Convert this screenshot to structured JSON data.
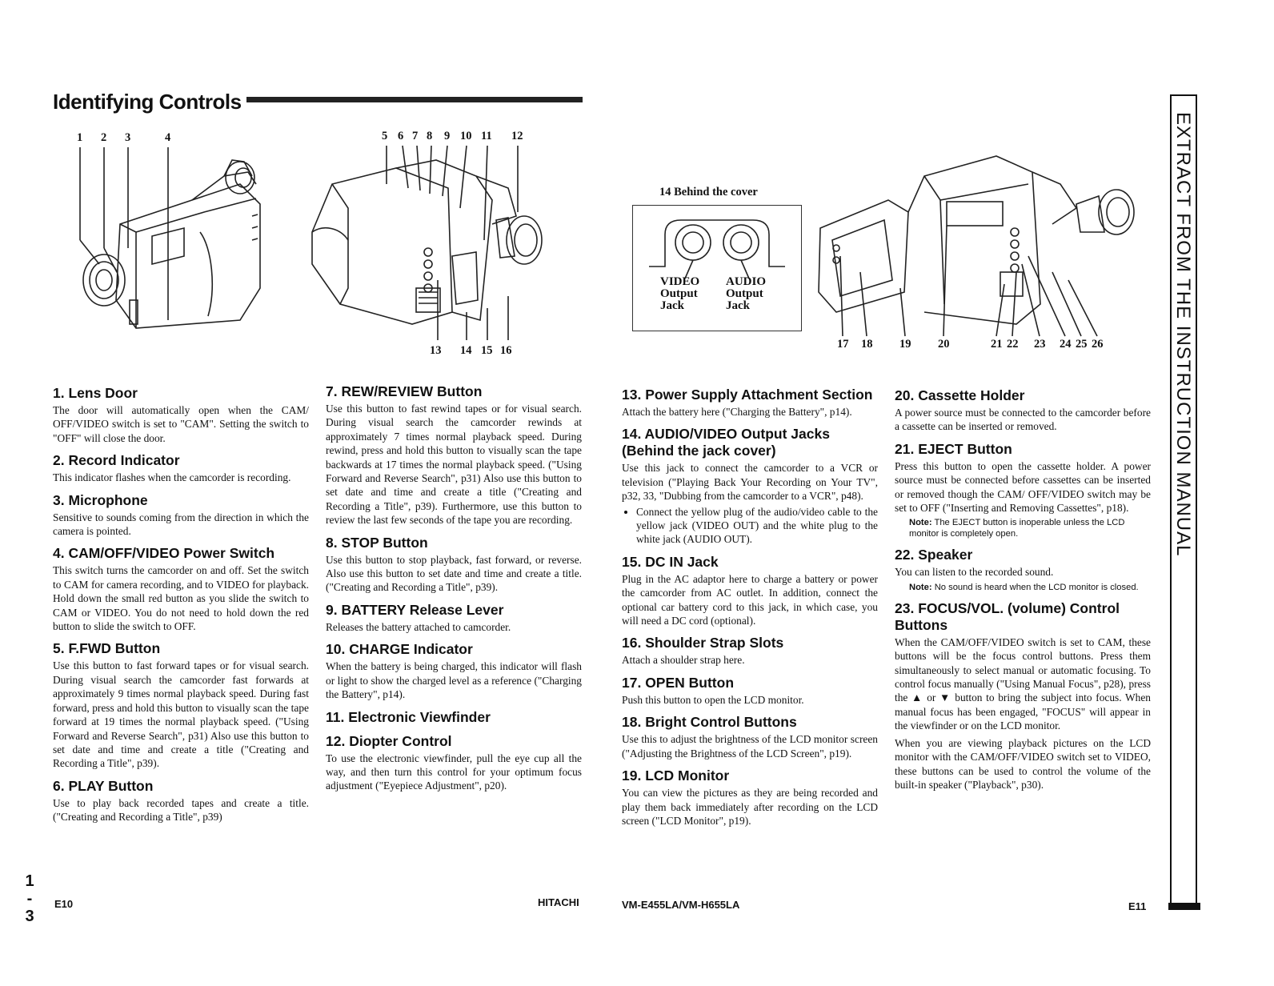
{
  "header": {
    "title": "Identifying Controls"
  },
  "sidebar": {
    "label": "EXTRACT FROM THE INSTRUCTION MANUAL"
  },
  "side_page": {
    "top": "1",
    "mid": "-",
    "bot": "3"
  },
  "figures": {
    "fig1_top": [
      "1",
      "2",
      "3",
      "4"
    ],
    "fig2_top": [
      "5",
      "6",
      "7",
      "8",
      "9",
      "10",
      "11",
      "12"
    ],
    "fig2_bottom": [
      "13",
      "14",
      "15",
      "16"
    ],
    "cover_caption": "14 Behind the cover",
    "video_jack": [
      "VIDEO",
      "Output",
      "Jack"
    ],
    "audio_jack": [
      "AUDIO",
      "Output",
      "Jack"
    ],
    "fig3_bottom": [
      "17",
      "18",
      "19",
      "20",
      "21",
      "22",
      "23",
      "24",
      "25",
      "26"
    ]
  },
  "col1": [
    {
      "h": "1.  Lens Door",
      "p": "The door will automatically open when the CAM/ OFF/VIDEO switch is set to \"CAM\". Setting the switch to \"OFF\" will close the door."
    },
    {
      "h": "2.  Record Indicator",
      "p": "This indicator flashes when the camcorder is recording."
    },
    {
      "h": "3.  Microphone",
      "p": "Sensitive to sounds coming from the direction in which the camera is pointed."
    },
    {
      "h": "4.  CAM/OFF/VIDEO Power Switch",
      "p": "This switch turns the camcorder on and off. Set the switch to CAM for camera recording, and to VIDEO for playback. Hold down the small red button as you slide the switch to CAM or VIDEO. You do not need to hold down the red button to slide the switch to OFF."
    },
    {
      "h": "5.  F.FWD Button",
      "p": "Use this button to fast forward tapes or for visual search. During visual search the camcorder fast forwards at approximately 9 times normal playback speed. During fast forward, press and hold this button to visually scan the tape forward at 19 times the normal playback speed. (\"Using Forward and Reverse Search\", p31) Also use this button to set date and time and create a title (\"Creating and Recording a Title\", p39)."
    },
    {
      "h": "6.  PLAY Button",
      "p": "Use to play back recorded tapes and create a title. (\"Creating and Recording a Title\", p39)"
    }
  ],
  "col2": [
    {
      "h": "7.  REW/REVIEW Button",
      "p": "Use this button to fast rewind tapes or for visual search. During visual search the camcorder rewinds at approximately 7 times normal playback speed. During rewind, press and hold this button to visually scan the tape backwards at 17 times the normal playback speed. (\"Using Forward and Reverse Search\", p31) Also use this button to set date and time and create a title (\"Creating and Recording a Title\", p39). Furthermore, use this button to review the last few seconds of the tape you are recording."
    },
    {
      "h": "8.  STOP Button",
      "p": "Use this button to stop playback, fast forward, or reverse. Also use this button to set date and time and create a title. (\"Creating and Recording a Title\", p39)."
    },
    {
      "h": "9.  BATTERY Release Lever",
      "p": "Releases the battery attached to camcorder."
    },
    {
      "h": "10. CHARGE Indicator",
      "p": "When the battery is being charged, this indicator will flash or light to show the charged level as a reference (\"Charging the Battery\", p14)."
    },
    {
      "h": "11. Electronic Viewfinder",
      "p": ""
    },
    {
      "h": "12. Diopter Control",
      "p": "To use the electronic viewfinder, pull the eye cup all the way, and then turn this control for your optimum focus adjustment (\"Eyepiece Adjustment\", p20)."
    }
  ],
  "col3": [
    {
      "h": "13. Power Supply Attachment Section",
      "p": "Attach the battery here (\"Charging the Battery\", p14)."
    },
    {
      "h": "14. AUDIO/VIDEO Output Jacks (Behind the jack cover)",
      "p": "Use this jack to connect the camcorder to a VCR or television (\"Playing Back Your Recording on Your TV\", p32, 33, \"Dubbing from the camcorder to a VCR\", p48).",
      "bullet": "Connect the yellow plug of the audio/video cable to the yellow jack (VIDEO OUT) and the white plug to the white jack (AUDIO OUT)."
    },
    {
      "h": "15. DC IN Jack",
      "p": "Plug in the AC adaptor here to charge a battery or power the camcorder from AC outlet. In addition, connect the optional car battery cord to this jack, in which case, you will need a DC cord (optional)."
    },
    {
      "h": "16. Shoulder Strap Slots",
      "p": "Attach a shoulder strap here."
    },
    {
      "h": "17. OPEN Button",
      "p": "Push this button to open the LCD monitor."
    },
    {
      "h": "18. Bright Control Buttons",
      "p": "Use this to adjust the brightness of the LCD monitor screen (\"Adjusting the Brightness of the LCD Screen\", p19)."
    },
    {
      "h": "19. LCD Monitor",
      "p": "You can view the pictures as they are being recorded and play them back immediately after recording on the LCD screen (\"LCD Monitor\", p19)."
    }
  ],
  "col4": [
    {
      "h": "20. Cassette Holder",
      "p": "A power source must be connected to the camcorder before a cassette can be inserted or removed."
    },
    {
      "h": "21. EJECT Button",
      "p": "Press this button to open the cassette holder. A power source must be connected before cassettes can be inserted or removed though the CAM/ OFF/VIDEO switch may be set to OFF (\"Inserting and Removing Cassettes\", p18).",
      "note_label": "Note:",
      "note": "The EJECT button is inoperable unless the LCD monitor is completely open."
    },
    {
      "h": "22. Speaker",
      "p": "You can listen to the recorded sound.",
      "note_label": "Note:",
      "note": "No sound is heard when the LCD monitor is closed."
    },
    {
      "h": "23. FOCUS/VOL. (volume) Control Buttons",
      "p": "When the CAM/OFF/VIDEO switch is set to CAM, these buttons will be the focus control buttons. Press them simultaneously to select manual or automatic focusing. To control focus manually (\"Using Manual Focus\", p28), press the ▲ or ▼ button to bring the subject into focus. When manual focus has been engaged, \"FOCUS\" will appear in the viewfinder or on the LCD monitor.",
      "p2": "When you are viewing playback pictures on the LCD monitor with the CAM/OFF/VIDEO switch set to VIDEO, these buttons can be used to control the volume of the built-in speaker (\"Playback\", p30)."
    }
  ],
  "footer": {
    "left": "E10",
    "brand": "HITACHI",
    "model": "VM-E455LA/VM-H655LA",
    "right": "E11"
  }
}
